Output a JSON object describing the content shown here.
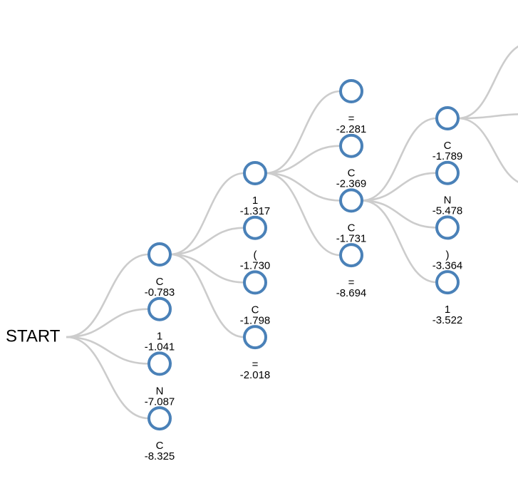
{
  "root": {
    "label": "START"
  },
  "colors": {
    "node_stroke": "#4a81b8",
    "node_fill": "#ffffff",
    "link": "#cccccc",
    "text": "#000000"
  },
  "tree": {
    "children": [
      {
        "token": "C",
        "score": "-0.783",
        "children": [
          {
            "token": "1",
            "score": "-1.317",
            "children": [
              {
                "token": "=",
                "score": "-2.281"
              },
              {
                "token": "C",
                "score": "-2.369"
              },
              {
                "token": "C",
                "score": "-1.731",
                "children": [
                  {
                    "token": "C",
                    "score": "-1.789",
                    "children": [
                      {},
                      {},
                      {}
                    ]
                  },
                  {
                    "token": "N",
                    "score": "-5.478"
                  },
                  {
                    "token": ")",
                    "score": "-3.364"
                  },
                  {
                    "token": "1",
                    "score": "-3.522"
                  }
                ]
              },
              {
                "token": "=",
                "score": "-8.694"
              }
            ]
          },
          {
            "token": "(",
            "score": "-1.730"
          },
          {
            "token": "C",
            "score": "-1.798"
          },
          {
            "token": "=",
            "score": "-2.018"
          }
        ]
      },
      {
        "token": "1",
        "score": "-1.041"
      },
      {
        "token": "N",
        "score": "-7.087"
      },
      {
        "token": "C",
        "score": "-8.325"
      }
    ]
  }
}
